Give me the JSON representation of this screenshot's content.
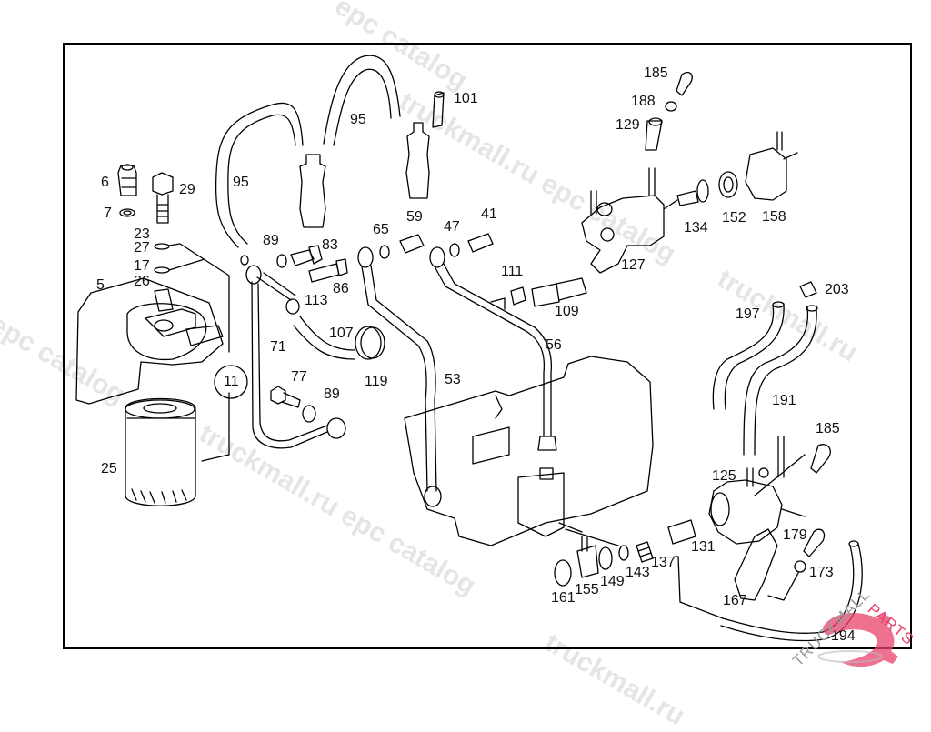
{
  "diagram": {
    "title": "Fuel filter, injection lines and fuel feed pump – exploded view",
    "callouts": [
      {
        "id": "185a",
        "text": "185"
      },
      {
        "id": "188",
        "text": "188"
      },
      {
        "id": "129",
        "text": "129"
      },
      {
        "id": "101",
        "text": "101"
      },
      {
        "id": "95a",
        "text": "95"
      },
      {
        "id": "95b",
        "text": "95"
      },
      {
        "id": "6",
        "text": "6"
      },
      {
        "id": "29",
        "text": "29"
      },
      {
        "id": "7",
        "text": "7"
      },
      {
        "id": "23",
        "text": "23"
      },
      {
        "id": "27",
        "text": "27"
      },
      {
        "id": "17",
        "text": "17"
      },
      {
        "id": "26",
        "text": "26"
      },
      {
        "id": "5",
        "text": "5"
      },
      {
        "id": "11",
        "text": "11"
      },
      {
        "id": "25",
        "text": "25"
      },
      {
        "id": "89a",
        "text": "89"
      },
      {
        "id": "83",
        "text": "83"
      },
      {
        "id": "86",
        "text": "86"
      },
      {
        "id": "113",
        "text": "113"
      },
      {
        "id": "107",
        "text": "107"
      },
      {
        "id": "71",
        "text": "71"
      },
      {
        "id": "77",
        "text": "77"
      },
      {
        "id": "89b",
        "text": "89"
      },
      {
        "id": "119",
        "text": "119"
      },
      {
        "id": "65",
        "text": "65"
      },
      {
        "id": "59",
        "text": "59"
      },
      {
        "id": "47",
        "text": "47"
      },
      {
        "id": "41",
        "text": "41"
      },
      {
        "id": "111",
        "text": "111"
      },
      {
        "id": "109",
        "text": "109"
      },
      {
        "id": "53",
        "text": "53"
      },
      {
        "id": "56",
        "text": "56"
      },
      {
        "id": "127",
        "text": "127"
      },
      {
        "id": "134",
        "text": "134"
      },
      {
        "id": "152",
        "text": "152"
      },
      {
        "id": "158",
        "text": "158"
      },
      {
        "id": "203",
        "text": "203"
      },
      {
        "id": "197",
        "text": "197"
      },
      {
        "id": "191",
        "text": "191"
      },
      {
        "id": "185b",
        "text": "185"
      },
      {
        "id": "125",
        "text": "125"
      },
      {
        "id": "131",
        "text": "131"
      },
      {
        "id": "179",
        "text": "179"
      },
      {
        "id": "173",
        "text": "173"
      },
      {
        "id": "137",
        "text": "137"
      },
      {
        "id": "143",
        "text": "143"
      },
      {
        "id": "149",
        "text": "149"
      },
      {
        "id": "155",
        "text": "155"
      },
      {
        "id": "161",
        "text": "161"
      },
      {
        "id": "167",
        "text": "167"
      },
      {
        "id": "194",
        "text": "194"
      }
    ]
  },
  "watermarks": {
    "site": "truckmall.ru",
    "catalog": "epc catalog",
    "combined": "truckmall.ru epc catalog"
  },
  "logo": {
    "brand_part1": "TRUCKMALL",
    "brand_part2": "PARTS",
    "accent_color": "#e8416a"
  }
}
